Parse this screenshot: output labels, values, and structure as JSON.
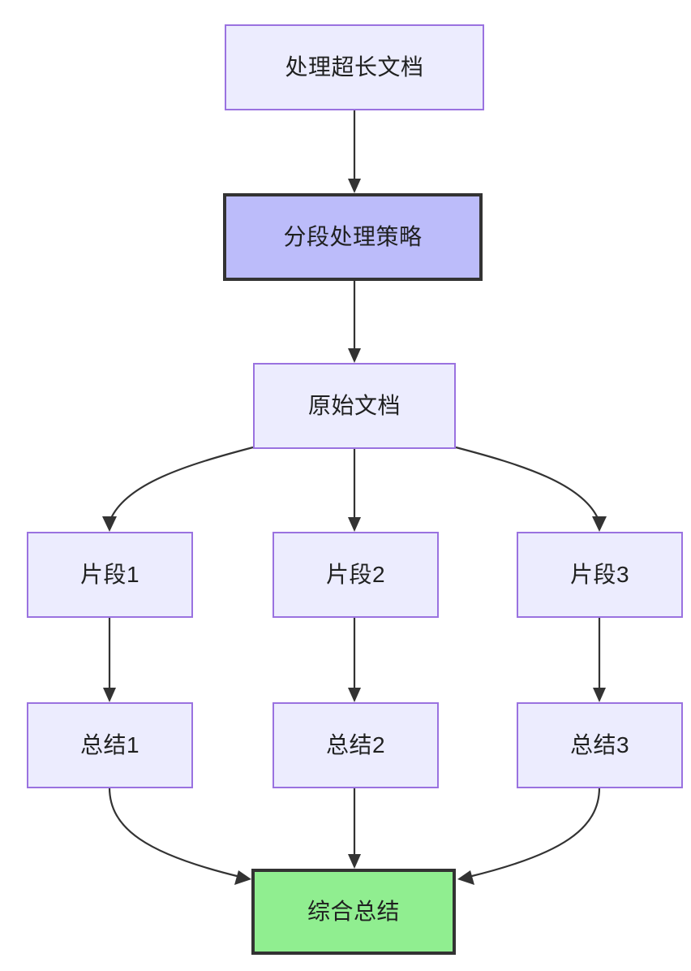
{
  "diagram": {
    "type": "flowchart",
    "direction": "top-to-bottom",
    "background_color": "#ffffff",
    "edge_color": "#333333",
    "styles": {
      "normal_fill": "#ececfe",
      "normal_border": "#9a72e0",
      "highlight_fill": "#bcbcfa",
      "highlight_border": "#333333",
      "result_fill": "#90ee90",
      "result_border": "#333333",
      "text_color": "#1f2020"
    },
    "nodes": {
      "title": "处理超长文档",
      "strategy": "分段处理策略",
      "source": "原始文档",
      "chunk1": "片段1",
      "chunk2": "片段2",
      "chunk3": "片段3",
      "summary1": "总结1",
      "summary2": "总结2",
      "summary3": "总结3",
      "final": "综合总结"
    },
    "edges": [
      {
        "from": "处理超长文档",
        "to": "分段处理策略",
        "shape": "straight"
      },
      {
        "from": "分段处理策略",
        "to": "原始文档",
        "shape": "straight"
      },
      {
        "from": "原始文档",
        "to": "片段1",
        "shape": "curved"
      },
      {
        "from": "原始文档",
        "to": "片段2",
        "shape": "straight"
      },
      {
        "from": "原始文档",
        "to": "片段3",
        "shape": "curved"
      },
      {
        "from": "片段1",
        "to": "总结1",
        "shape": "straight"
      },
      {
        "from": "片段2",
        "to": "总结2",
        "shape": "straight"
      },
      {
        "from": "片段3",
        "to": "总结3",
        "shape": "straight"
      },
      {
        "from": "总结1",
        "to": "综合总结",
        "shape": "curved"
      },
      {
        "from": "总结2",
        "to": "综合总结",
        "shape": "straight"
      },
      {
        "from": "总结3",
        "to": "综合总结",
        "shape": "curved"
      }
    ]
  }
}
